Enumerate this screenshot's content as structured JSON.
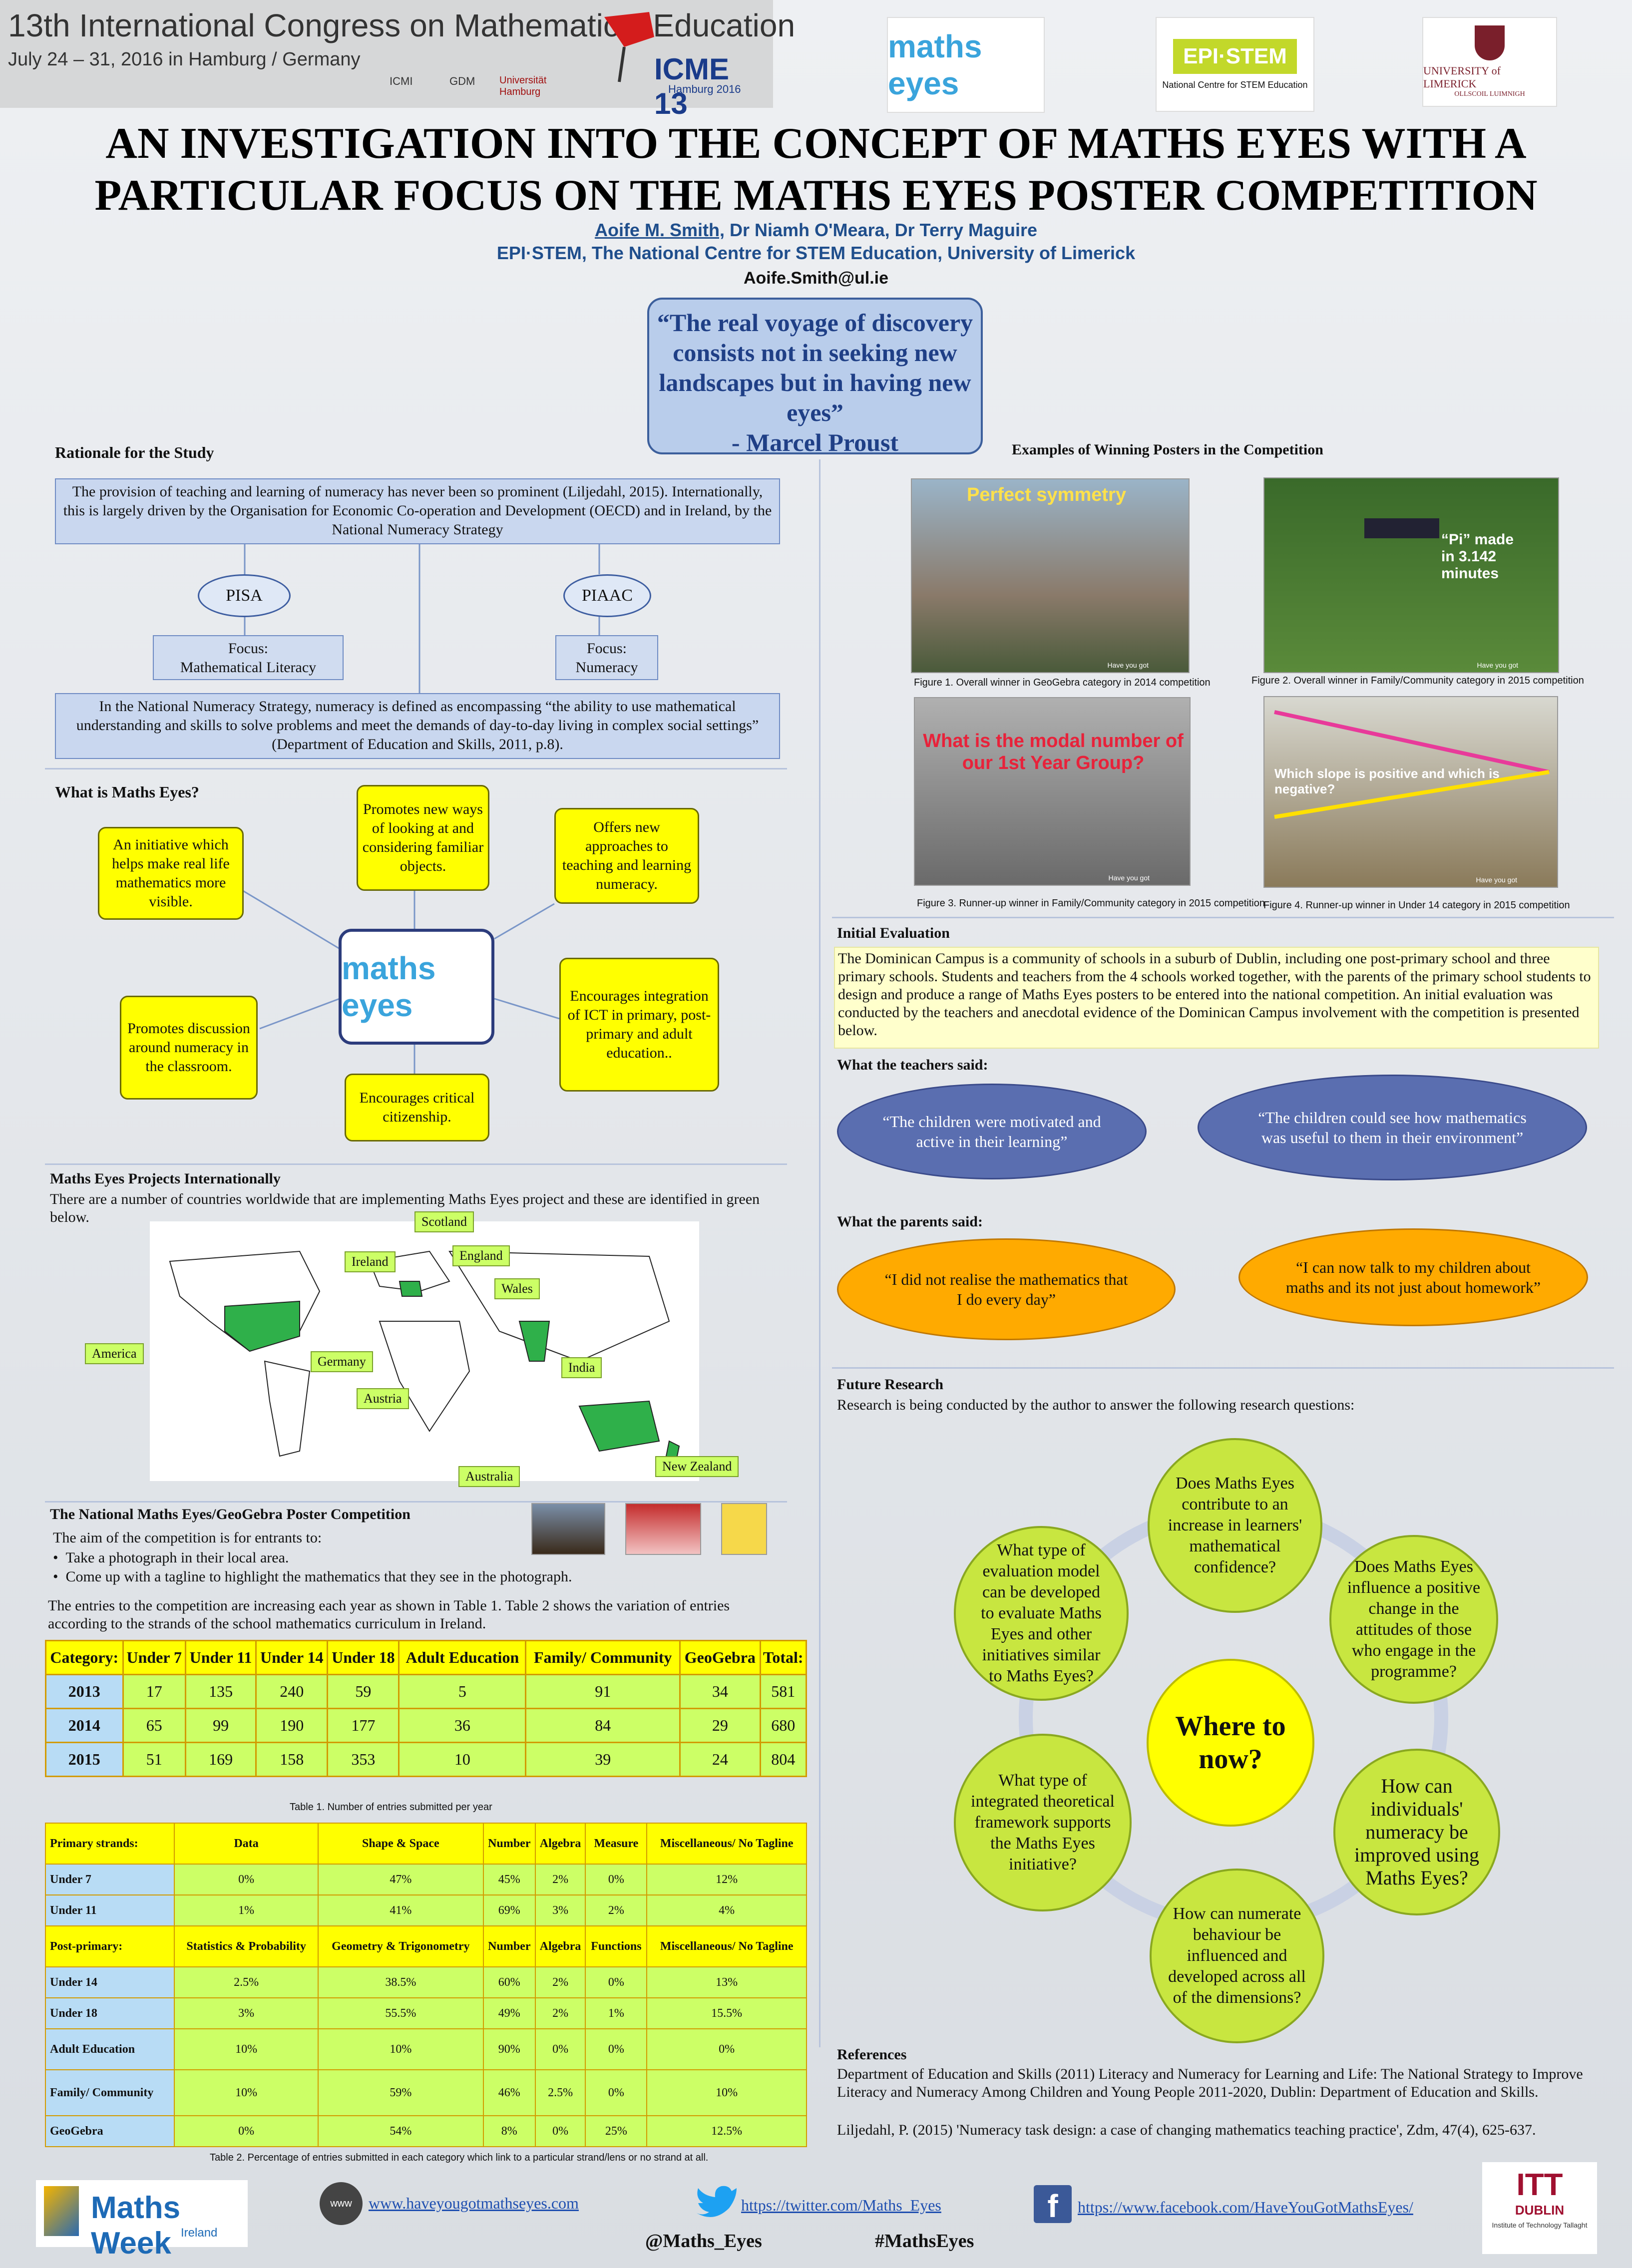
{
  "header": {
    "congress_line1": "13th International Congress on Mathematical Education",
    "congress_line2": "July 24 – 31, 2016 in Hamburg / Germany",
    "icme_logo": "ICME 13",
    "icme_sub": "Hamburg 2016",
    "small_logo_1": "ICMI",
    "small_logo_2": "GDM",
    "small_logo_3": "Universität Hamburg",
    "maths_eyes_logo": "maths eyes",
    "epistem_logo": "EPI·STEM",
    "epistem_sub": "National Centre for STEM Education",
    "ul_logo": "UNIVERSITY of LIMERICK",
    "ul_sub": "OLLSCOIL LUIMNIGH"
  },
  "title": {
    "line1": "AN INVESTIGATION INTO THE CONCEPT OF MATHS EYES WITH A",
    "line2": "PARTICULAR FOCUS ON THE MATHS EYES POSTER COMPETITION"
  },
  "authors": {
    "lead": "Aoife M. Smith,",
    "others": " Dr Niamh O'Meara, Dr Terry Maguire",
    "affiliation": "EPI·STEM, The National Centre for STEM Education, University of Limerick",
    "email": "Aoife.Smith@ul.ie"
  },
  "quote": {
    "text": "“The real voyage of discovery consists not in seeking new landscapes but in having new eyes”",
    "author": "- Marcel Proust"
  },
  "rationale": {
    "heading": "Rationale for the Study",
    "intro": "The provision of teaching and learning of numeracy has never been so prominent (Liljedahl, 2015). Internationally, this is largely driven by the Organisation for Economic Co-operation and Development (OECD) and in Ireland,  by the National Numeracy Strategy",
    "pisa": "PISA",
    "piaac": "PIAAC",
    "focus1_a": "Focus:",
    "focus1_b": "Mathematical Literacy",
    "focus2_a": "Focus:",
    "focus2_b": "Numeracy",
    "definition": "In the National Numeracy Strategy, numeracy is defined as encompassing “the ability to use mathematical understanding and skills to solve problems and meet the demands of day-to-day living in complex social settings” (Department of Education and Skills, 2011, p.8)."
  },
  "what_is": {
    "heading": "What is Maths Eyes?",
    "b1": "An initiative which helps make real life mathematics more visible.",
    "b2": "Promotes new ways of looking at and considering familiar objects.",
    "b3": "Offers new approaches to teaching and learning numeracy.",
    "b4": "Promotes discussion around numeracy in the classroom.",
    "b5": "Encourages critical citizenship.",
    "b6": "Encourages integration of ICT in primary, post-primary and adult education..",
    "logo": "maths eyes"
  },
  "international": {
    "heading": "Maths Eyes Projects Internationally",
    "text": "There are a number of countries worldwide that are implementing Maths  Eyes project and these are identified in green below.",
    "labels": [
      "Scotland",
      "Ireland",
      "England",
      "Wales",
      "America",
      "Germany",
      "India",
      "Austria",
      "New Zealand",
      "Australia"
    ]
  },
  "competition": {
    "heading": "The National Maths Eyes/GeoGebra Poster Competition",
    "aim": "The aim of the competition is for entrants to:",
    "bullet1": "Take a photograph  in their local area.",
    "bullet2": "Come up with a tagline to highlight the mathematics that they see in the photograph.",
    "entries": "The entries to the competition are increasing each year as shown in Table 1.  Table 2 shows the variation of entries according to the strands of the school mathematics curriculum in Ireland."
  },
  "table1": {
    "headers": [
      "Category:",
      "Under 7",
      "Under 11",
      "Under 14",
      "Under 18",
      "Adult Education",
      "Family/ Community",
      "GeoGebra",
      "Total:"
    ],
    "rows": [
      [
        "2013",
        "17",
        "135",
        "240",
        "59",
        "5",
        "91",
        "34",
        "581"
      ],
      [
        "2014",
        "65",
        "99",
        "190",
        "177",
        "36",
        "84",
        "29",
        "680"
      ],
      [
        "2015",
        "51",
        "169",
        "158",
        "353",
        "10",
        "39",
        "24",
        "804"
      ]
    ],
    "caption": "Table 1.  Number of entries submitted per year"
  },
  "table2": {
    "primary_header": [
      "Primary strands:",
      "Data",
      "Shape & Space",
      "Number",
      "Algebra",
      "Measure",
      "Miscellaneous/ No Tagline"
    ],
    "primary_rows": [
      [
        "Under 7",
        "0%",
        "47%",
        "45%",
        "2%",
        "0%",
        "12%"
      ],
      [
        "Under 11",
        "1%",
        "41%",
        "69%",
        "3%",
        "2%",
        "4%"
      ]
    ],
    "post_header": [
      "Post-primary:",
      "Statistics & Probability",
      "Geometry & Trigonometry",
      "Number",
      "Algebra",
      "Functions",
      "Miscellaneous/ No Tagline"
    ],
    "post_rows": [
      [
        "Under 14",
        "2.5%",
        "38.5%",
        "60%",
        "2%",
        "0%",
        "13%"
      ],
      [
        "Under 18",
        "3%",
        "55.5%",
        "49%",
        "2%",
        "1%",
        "15.5%"
      ],
      [
        "Adult Education",
        "10%",
        "10%",
        "90%",
        "0%",
        "0%",
        "0%"
      ],
      [
        "Family/ Community",
        "10%",
        "59%",
        "46%",
        "2.5%",
        "0%",
        "10%"
      ],
      [
        "GeoGebra",
        "0%",
        "54%",
        "8%",
        "0%",
        "25%",
        "12.5%"
      ]
    ],
    "caption": "Table 2.  Percentage of entries submitted in each category which link to a particular strand/lens or no strand at all."
  },
  "examples": {
    "heading": "Examples of Winning Posters in the Competition",
    "p1_text": "Perfect      symmetry",
    "p2_text": "“Pi” made in 3.142 minutes",
    "p3_text": "What is the modal number of our 1st Year Group?",
    "p4_text": "Which slope is positive and which is negative?",
    "badge": "Have you got",
    "cap1": "Figure 1.  Overall winner in GeoGebra category in 2014 competition",
    "cap2": "Figure 2.  Overall winner in Family/Community category in 2015 competition",
    "cap3": "Figure 3.  Runner-up winner in Family/Community category in 2015 competition",
    "cap4": "Figure 4.  Runner-up winner in Under 14 category in 2015 competition"
  },
  "evaluation": {
    "heading": "Initial Evaluation",
    "text": "The Dominican Campus is a community of schools in a suburb of Dublin, including one post-primary school and three  primary schools.  Students and teachers from the 4 schools worked together, with the parents of the primary school students to design and produce a range of Maths Eyes posters to be entered into the national competition.  An initial evaluation was conducted by the teachers and anecdotal evidence of the Dominican Campus involvement with the competition  is presented below.",
    "teachers_heading": "What the teachers said:",
    "t1": "“The children were motivated and active in their learning”",
    "t2": "“The children could see how mathematics was useful to them in their environment”",
    "parents_heading": "What the parents said:",
    "p1": "“I did not realise the mathematics that I do every day”",
    "p2": "“I can now talk to my children about maths and its not just about homework”"
  },
  "future": {
    "heading": "Future Research",
    "text": "Research is being conducted by the author to answer the following research questions:",
    "center": "Where to now?",
    "q1": "Does Maths Eyes contribute to an increase in learners' mathematical confidence?",
    "q2": "Does Maths Eyes influence a positive change in the attitudes of those who engage in the programme?",
    "q3": "How can individuals' numeracy be improved using Maths Eyes?",
    "q4": "How can numerate behaviour be influenced and developed across all of the dimensions?",
    "q5": "What type of integrated theoretical framework supports the Maths Eyes initiative?",
    "q6": "What type of evaluation model can be developed to evaluate Maths Eyes and other initiatives similar to Maths Eyes?"
  },
  "references": {
    "heading": "References",
    "r1": "Department of Education and Skills (2011) Literacy and Numeracy for Learning and Life: The National Strategy to Improve Literacy and Numeracy Among Children and Young People 2011-2020, Dublin: Department of Education and Skills.",
    "r2": "Liljedahl, P. (2015) 'Numeracy task design: a case of changing mathematics teaching practice', Zdm, 47(4), 625-637."
  },
  "footer": {
    "mathsweek": "Maths Week",
    "mathsweek_sub": "Ireland",
    "www_icon": "www",
    "web": "www.haveyougotmathseyes.com",
    "twitter": "https://twitter.com/Maths_Eyes",
    "facebook": "https://www.facebook.com/HaveYouGotMathsEyes/",
    "handle": "@Maths_Eyes",
    "hashtag": "#MathsEyes",
    "itt": "ITT",
    "itt_sub": "DUBLIN",
    "itt_small": "Institute of Technology Tallaght"
  },
  "colors": {
    "yellow": "#ffff00",
    "green": "#ccff66",
    "blue_box": "#c9d7ef",
    "oval_blue": "#5a6eb0",
    "oval_orange": "#ffaa00",
    "circle_green": "#c8e640"
  }
}
